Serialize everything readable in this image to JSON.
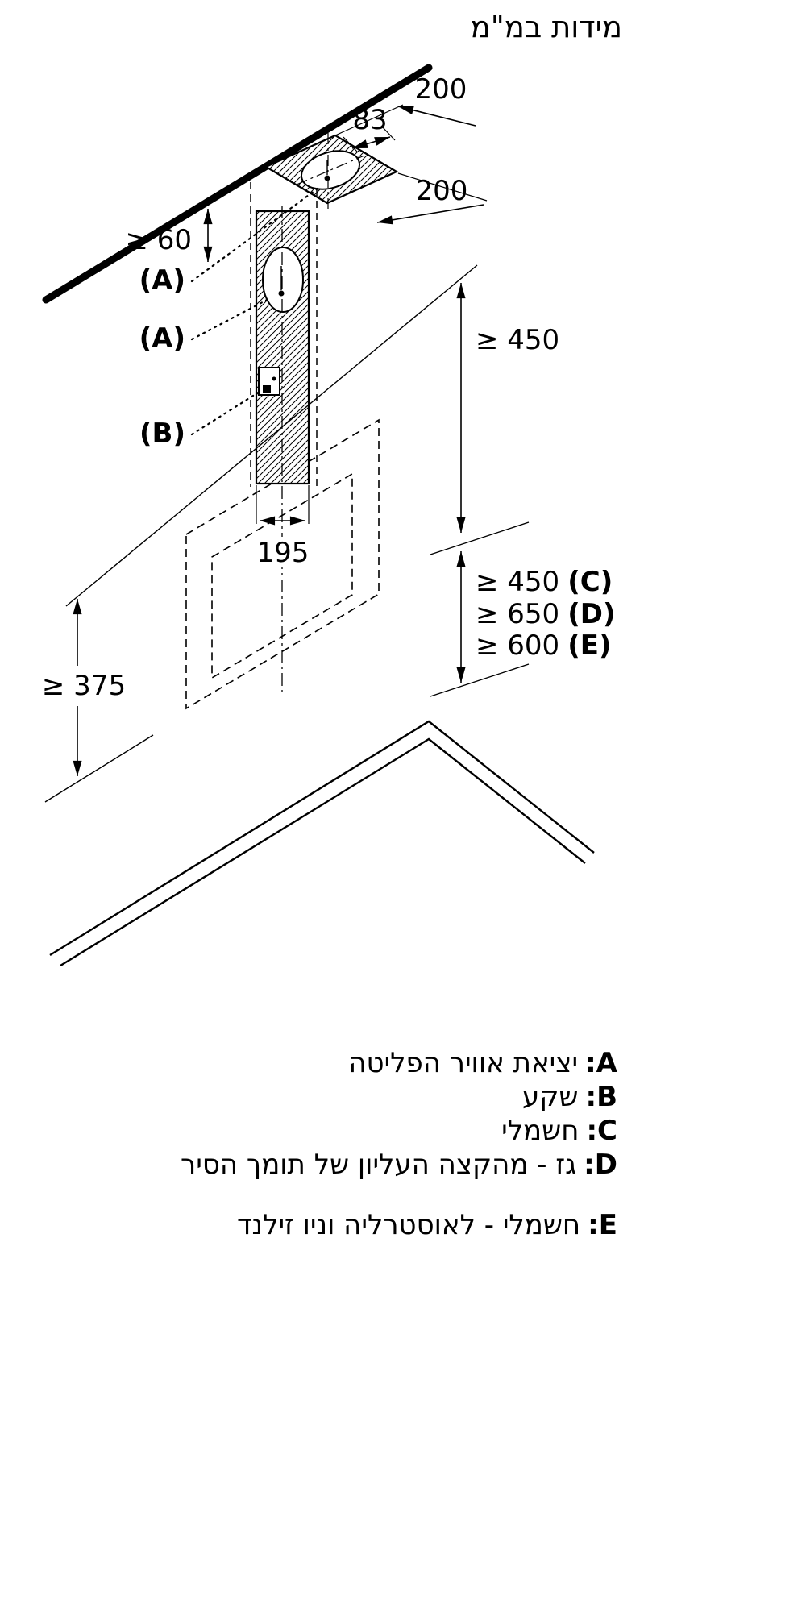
{
  "title": "מידות במ\"מ",
  "dims": {
    "top_width": "200",
    "duct_offset": "83",
    "plate_depth": "200",
    "ceiling_gap": "≥ 60",
    "chimney_min_height": "≥ 450",
    "bracket_width": "195",
    "min_body_height": "≥ 375",
    "clearance_c_value": "≥ 450",
    "clearance_c_key": "(C)",
    "clearance_d_value": "≥ 650",
    "clearance_d_key": "(D)",
    "clearance_e_value": "≥ 600",
    "clearance_e_key": "(E)"
  },
  "callouts": {
    "air_outlet_top": "(A)",
    "air_outlet_wall": "(A)",
    "socket": "(B)"
  },
  "legend": {
    "items": [
      {
        "key": "A:",
        "text": "יציאת אוויר הפליטה"
      },
      {
        "key": "B:",
        "text": "שקע"
      },
      {
        "key": "C:",
        "text": "חשמלי"
      },
      {
        "key": "D:",
        "text": "גז - מהקצה העליון של תומך הסיר"
      },
      {
        "key": "E:",
        "text": "חשמלי - לאוסטרליה וניו זילנד"
      }
    ]
  },
  "colors": {
    "ink": "#000000",
    "bg": "#ffffff"
  }
}
